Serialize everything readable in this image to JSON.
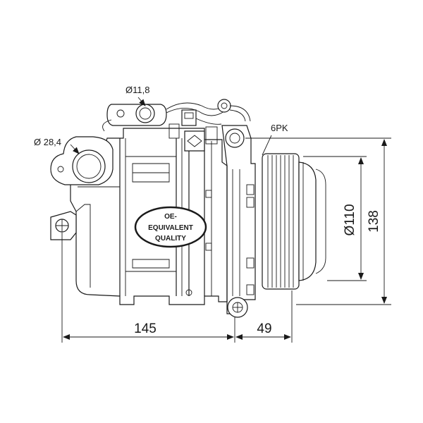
{
  "labels": {
    "port_small": "Ø11,8",
    "port_large": "Ø 28,4",
    "belt": "6PK",
    "width_body": "145",
    "width_pulley": "49",
    "pulley_diameter": "Ø110",
    "overall_height": "138"
  },
  "badge": {
    "line1": "OE-",
    "line2": "EQUIVALENT",
    "line3": "QUALITY"
  }
}
